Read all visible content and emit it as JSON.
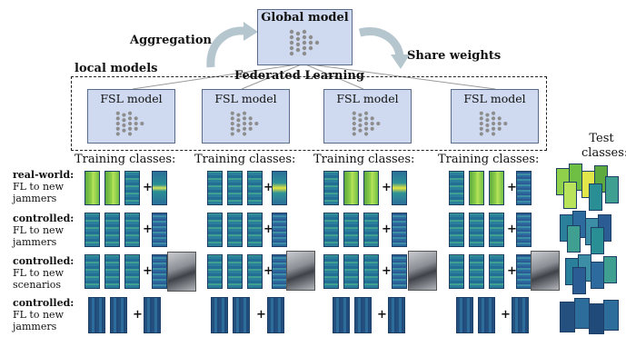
{
  "global_model": {
    "title": "Global model"
  },
  "labels": {
    "aggregation": "Aggregation",
    "share_weights": "Share weights",
    "local_models": "local models",
    "federated_learning": "Federated Learning",
    "test_classes": "Test classes:"
  },
  "fsl_models": [
    {
      "title": "FSL model",
      "training_label": "Training classes:"
    },
    {
      "title": "FSL model",
      "training_label": "Training classes:"
    },
    {
      "title": "FSL model",
      "training_label": "Training classes:"
    },
    {
      "title": "FSL model",
      "training_label": "Training classes:"
    }
  ],
  "rows": [
    {
      "type": "real-world:",
      "desc_line1": "FL to new",
      "desc_line2": "jammers"
    },
    {
      "type": "controlled:",
      "desc_line1": "FL to new",
      "desc_line2": "jammers"
    },
    {
      "type": "controlled:",
      "desc_line1": "FL to new",
      "desc_line2": "scenarios"
    },
    {
      "type": "controlled:",
      "desc_line1": "FL to new",
      "desc_line2": "jammers"
    }
  ],
  "plus_sign": "+",
  "colors": {
    "box_fill": "#cfd9ef",
    "box_border": "#5b6b8a",
    "arrow": "#b5c6cf"
  }
}
